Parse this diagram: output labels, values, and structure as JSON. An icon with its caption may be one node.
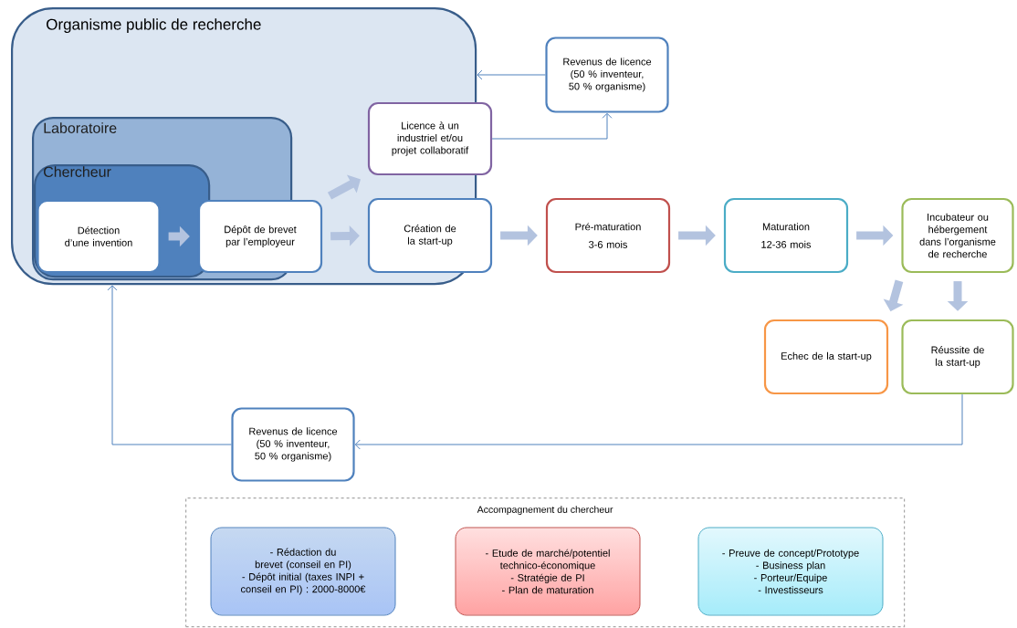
{
  "diagram": {
    "nodes": [
      {
        "text": [
          "Organisme public de recherche"
        ]
      },
      {
        "text": [
          "Laboratoire"
        ],
        "in": 0
      },
      {
        "text": [
          "Chercheur"
        ],
        "in": 1
      },
      {
        "text": [
          "Détection d’une invention"
        ],
        "in": 2
      },
      {
        "text": [
          "Dépôt de brevet par l’employeur"
        ],
        "in": 0
      },
      {
        "text": [
          "Licence à un industriel et/ou projet collaboratif"
        ]
      },
      {
        "text": [
          "Création de la start-up"
        ]
      },
      {
        "text": [
          "Revenus de licence (50 % inventeur, 50 % organisme)"
        ]
      },
      {
        "text": [
          "Pré-maturation",
          "3-6 mois"
        ]
      },
      {
        "text": [
          "Maturation",
          "12-36 mois"
        ]
      },
      {
        "text": [
          "Incubateur ou hébergement dans l’organisme de recherche"
        ]
      },
      {
        "text": [
          "Echec de la start-up"
        ]
      },
      {
        "text": [
          "Réussite de la start-up"
        ]
      },
      {
        "text": [
          "Revenus de licence (50 % inventeur, 50 % organisme)"
        ]
      },
      {
        "text": [
          "Accompagnement du chercheur"
        ]
      },
      {
        "text": [
          "- Rédaction du brevet (conseil en PI)",
          "- Dépôt initial (taxes INPI + conseil en PI) : 2000-8000€"
        ],
        "in": 14
      },
      {
        "text": [
          "- Etude de marché/potentiel technico-économique",
          "- Stratégie de PI",
          "- Plan de maturation"
        ],
        "in": 14
      },
      {
        "text": [
          "- Preuve de concept/Prototype",
          "- Business plan",
          "- Porteur/Equipe",
          "- Investisseurs"
        ],
        "in": 14
      }
    ],
    "edges": [
      {
        "from": 3,
        "to": 4,
        "arrow": "to"
      },
      {
        "from": 4,
        "to": 5,
        "arrow": "to"
      },
      {
        "from": 4,
        "to": 6,
        "arrow": "to"
      },
      {
        "from": 6,
        "to": 8,
        "arrow": "to"
      },
      {
        "from": 8,
        "to": 9,
        "arrow": "to"
      },
      {
        "from": 9,
        "to": 10,
        "arrow": "to"
      },
      {
        "from": 10,
        "to": 11,
        "arrow": "to"
      },
      {
        "from": 10,
        "to": 12,
        "arrow": "to"
      },
      {
        "from": 5,
        "to": 7,
        "arrow": "to",
        "color": "#4f81bd"
      },
      {
        "from": 7,
        "to": 0,
        "arrow": "to",
        "color": "#4f81bd"
      },
      {
        "from": 12,
        "to": 13,
        "arrow": "to",
        "color": "#4f81bd"
      },
      {
        "from": 13,
        "to": 0,
        "arrow": "to",
        "color": "#4f81bd"
      }
    ]
  }
}
